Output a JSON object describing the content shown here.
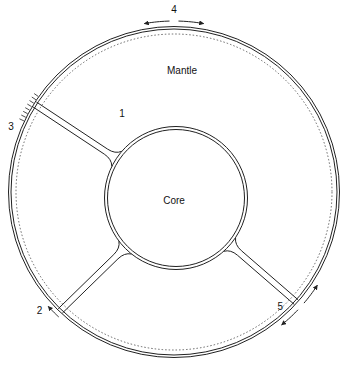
{
  "diagram": {
    "nodes": [
      {
        "text": [
          "Mantle"
        ]
      },
      {
        "text": [
          "Core"
        ],
        "in": 0
      }
    ],
    "labels": [
      "1",
      "2",
      "3",
      "4",
      "5"
    ]
  }
}
